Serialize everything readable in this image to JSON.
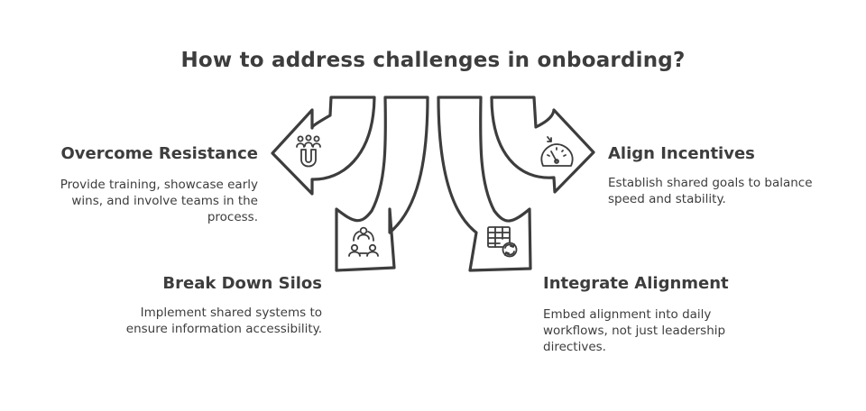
{
  "title": "How to address challenges in onboarding?",
  "branches": {
    "overcome": {
      "heading": "Overcome Resistance",
      "lines": [
        "Provide training, showcase early",
        "wins, and involve teams in the",
        "process."
      ],
      "icon": "team-magnet-icon"
    },
    "silos": {
      "heading": "Break Down Silos",
      "lines": [
        "Implement shared systems to",
        "ensure information accessibility."
      ],
      "icon": "connected-people-icon"
    },
    "align": {
      "heading": "Align Incentives",
      "lines": [
        "Establish shared goals to balance",
        "speed and stability."
      ],
      "icon": "gauge-icon"
    },
    "integrate": {
      "heading": "Integrate Alignment",
      "lines": [
        "Embed alignment into daily",
        "workflows, not just leadership",
        "directives."
      ],
      "icon": "table-sync-icon"
    }
  }
}
